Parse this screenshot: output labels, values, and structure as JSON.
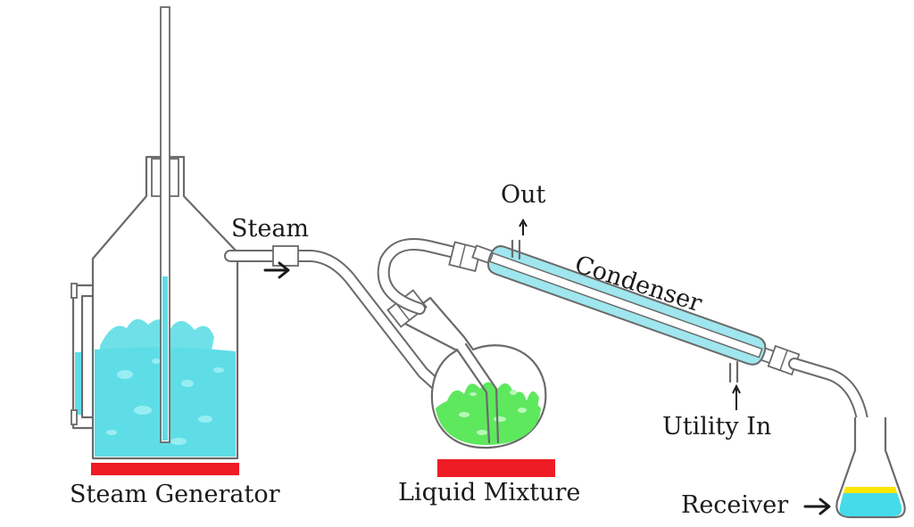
{
  "labels": {
    "steam_generator": "Steam Generator",
    "steam": "Steam",
    "out": "Out",
    "condenser": "Condenser",
    "utility_in": "Utility In",
    "liquid_mixture": "Liquid Mixture",
    "receiver": "Receiver"
  },
  "colors": {
    "water": "#5fdde6",
    "water_splash": "#9ef0f4",
    "mixture": "#5ee85e",
    "mixture_splash": "#b8f7b8",
    "heater": "#ee1c25",
    "condenser_jacket": "#9fe6ee",
    "distillate": "#46dbe8",
    "oil_layer": "#ffe500",
    "glass_outline": "#6a6a6a"
  },
  "icons": {
    "steam_flow_arrow": "right-arrow",
    "receiver_pointer_arrow": "right-arrow"
  }
}
